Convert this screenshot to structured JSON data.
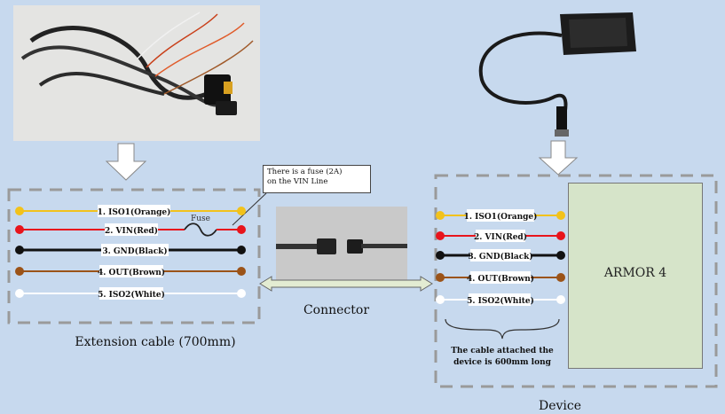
{
  "fuse_callout": {
    "line1": "There is a fuse (2A)",
    "line2": "on the VIN Line"
  },
  "fuse_label": "Fuse",
  "extension_wires": [
    {
      "label": "1. ISO1(Orange)",
      "color": "#f2c21b"
    },
    {
      "label": "2. VIN(Red)",
      "color": "#e8141c"
    },
    {
      "label": "3. GND(Black)",
      "color": "#111111"
    },
    {
      "label": "4. OUT(Brown)",
      "color": "#9b5318"
    },
    {
      "label": "5. ISO2(White)",
      "color": "#ffffff"
    }
  ],
  "device_wires": [
    {
      "label": "1. ISO1(Orange)",
      "color": "#f2c21b"
    },
    {
      "label": "2. VIN(Red)",
      "color": "#e8141c"
    },
    {
      "label": "3. GND(Black)",
      "color": "#111111"
    },
    {
      "label": "4. OUT(Brown)",
      "color": "#9b5318"
    },
    {
      "label": "5. ISO2(White)",
      "color": "#ffffff"
    }
  ],
  "device_name": "ARMOR 4",
  "connector_label": "Connector",
  "extension_caption": "Extension cable (700mm)",
  "device_caption": "Device",
  "cable_note": {
    "line1": "The cable attached the",
    "line2": "device is 600mm long"
  },
  "colors": {
    "background": "#c7d9ee",
    "device_box": "#d6e4c9",
    "arrow_fill": "#e3ecd2",
    "dash": "#9a9a9a"
  }
}
